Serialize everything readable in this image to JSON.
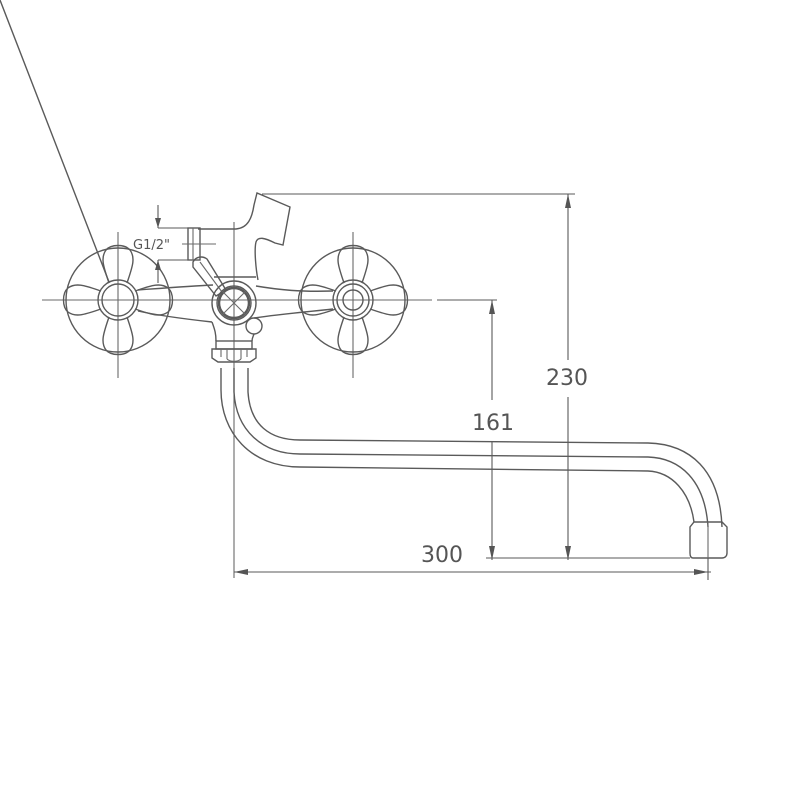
{
  "drawing": {
    "subject": "Wall-mounted bath/shower mixer faucet with long swivel spout",
    "line_color": "#5a5a5a",
    "background": "#ffffff"
  },
  "dimensions": {
    "height_total": "230",
    "spout_height": "161",
    "spout_reach": "300",
    "connection_thread": "G1/2\""
  }
}
